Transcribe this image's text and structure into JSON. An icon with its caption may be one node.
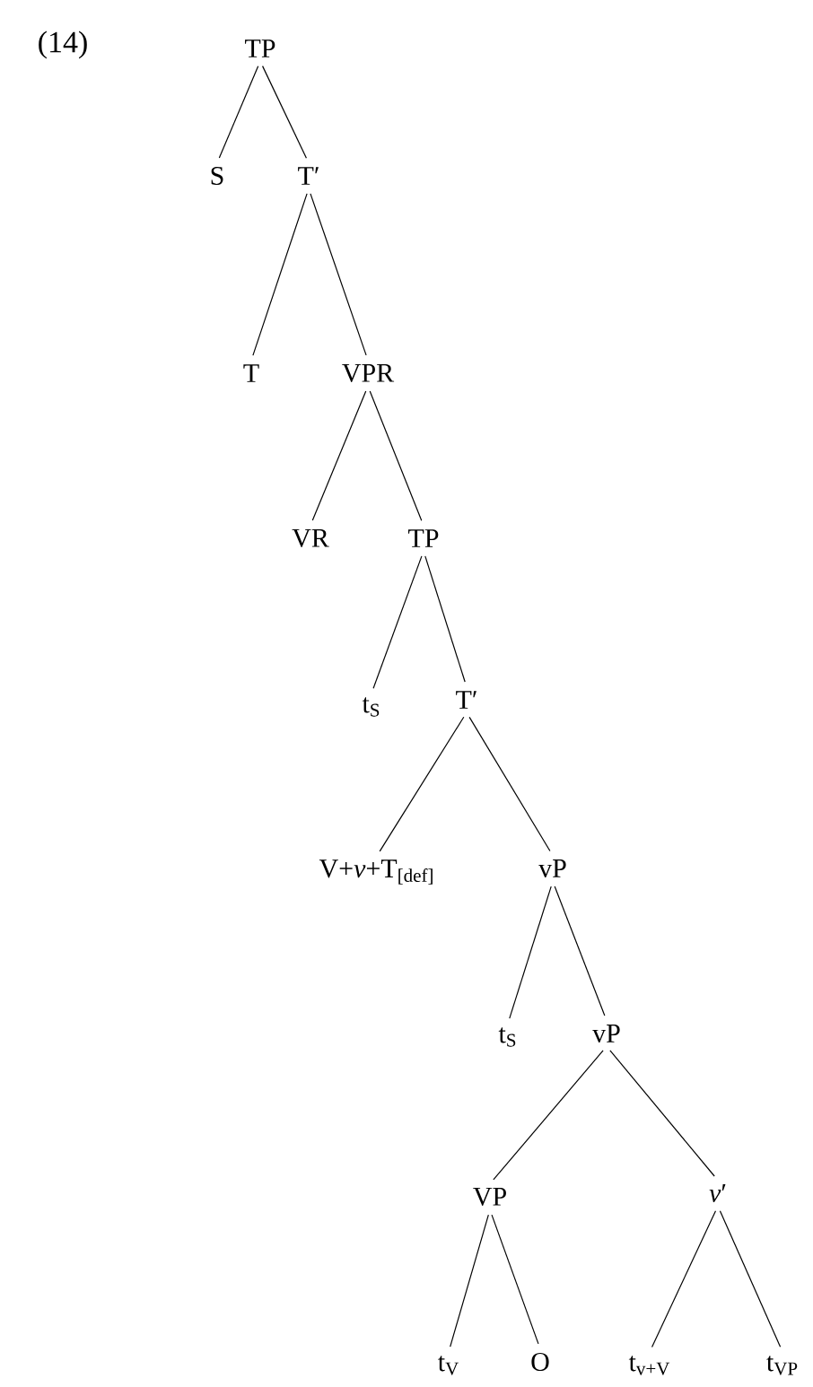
{
  "diagram": {
    "nodes": [
      {
        "text": [
          "TP"
        ]
      },
      {
        "text": [
          "S"
        ]
      },
      {
        "text": [
          "T′"
        ]
      },
      {
        "text": [
          "T"
        ]
      },
      {
        "text": [
          "VPR"
        ]
      },
      {
        "text": [
          "VR"
        ]
      },
      {
        "text": [
          "TP"
        ]
      },
      {
        "text": [
          "t$_{S}$"
        ]
      },
      {
        "text": [
          "T′"
        ]
      },
      {
        "text": [
          "V+*v*+T$_{[def]}$"
        ]
      },
      {
        "text": [
          "vP"
        ]
      },
      {
        "text": [
          "t$_{S}$"
        ]
      },
      {
        "text": [
          "vP"
        ]
      },
      {
        "text": [
          "VP"
        ]
      },
      {
        "text": [
          "*v*′"
        ]
      },
      {
        "text": [
          "t$_{V}$"
        ]
      },
      {
        "text": [
          "O"
        ]
      },
      {
        "text": [
          "t$_{v+V}$"
        ]
      },
      {
        "text": [
          "t$_{VP}$"
        ]
      }
    ],
    "edges": [
      {
        "from": 0,
        "to": 1,
        "arrow": "none"
      },
      {
        "from": 0,
        "to": 2,
        "arrow": "none"
      },
      {
        "from": 2,
        "to": 3,
        "arrow": "none"
      },
      {
        "from": 2,
        "to": 4,
        "arrow": "none"
      },
      {
        "from": 4,
        "to": 5,
        "arrow": "none"
      },
      {
        "from": 4,
        "to": 6,
        "arrow": "none"
      },
      {
        "from": 6,
        "to": 7,
        "arrow": "none"
      },
      {
        "from": 6,
        "to": 8,
        "arrow": "none"
      },
      {
        "from": 8,
        "to": 9,
        "arrow": "none"
      },
      {
        "from": 8,
        "to": 10,
        "arrow": "none"
      },
      {
        "from": 10,
        "to": 11,
        "arrow": "none"
      },
      {
        "from": 10,
        "to": 12,
        "arrow": "none"
      },
      {
        "from": 12,
        "to": 13,
        "arrow": "none"
      },
      {
        "from": 12,
        "to": 14,
        "arrow": "none"
      },
      {
        "from": 13,
        "to": 15,
        "arrow": "none"
      },
      {
        "from": 13,
        "to": 16,
        "arrow": "none"
      },
      {
        "from": 14,
        "to": 17,
        "arrow": "none"
      },
      {
        "from": 14,
        "to": 18,
        "arrow": "none"
      }
    ],
    "labels": [
      "(14)"
    ]
  }
}
